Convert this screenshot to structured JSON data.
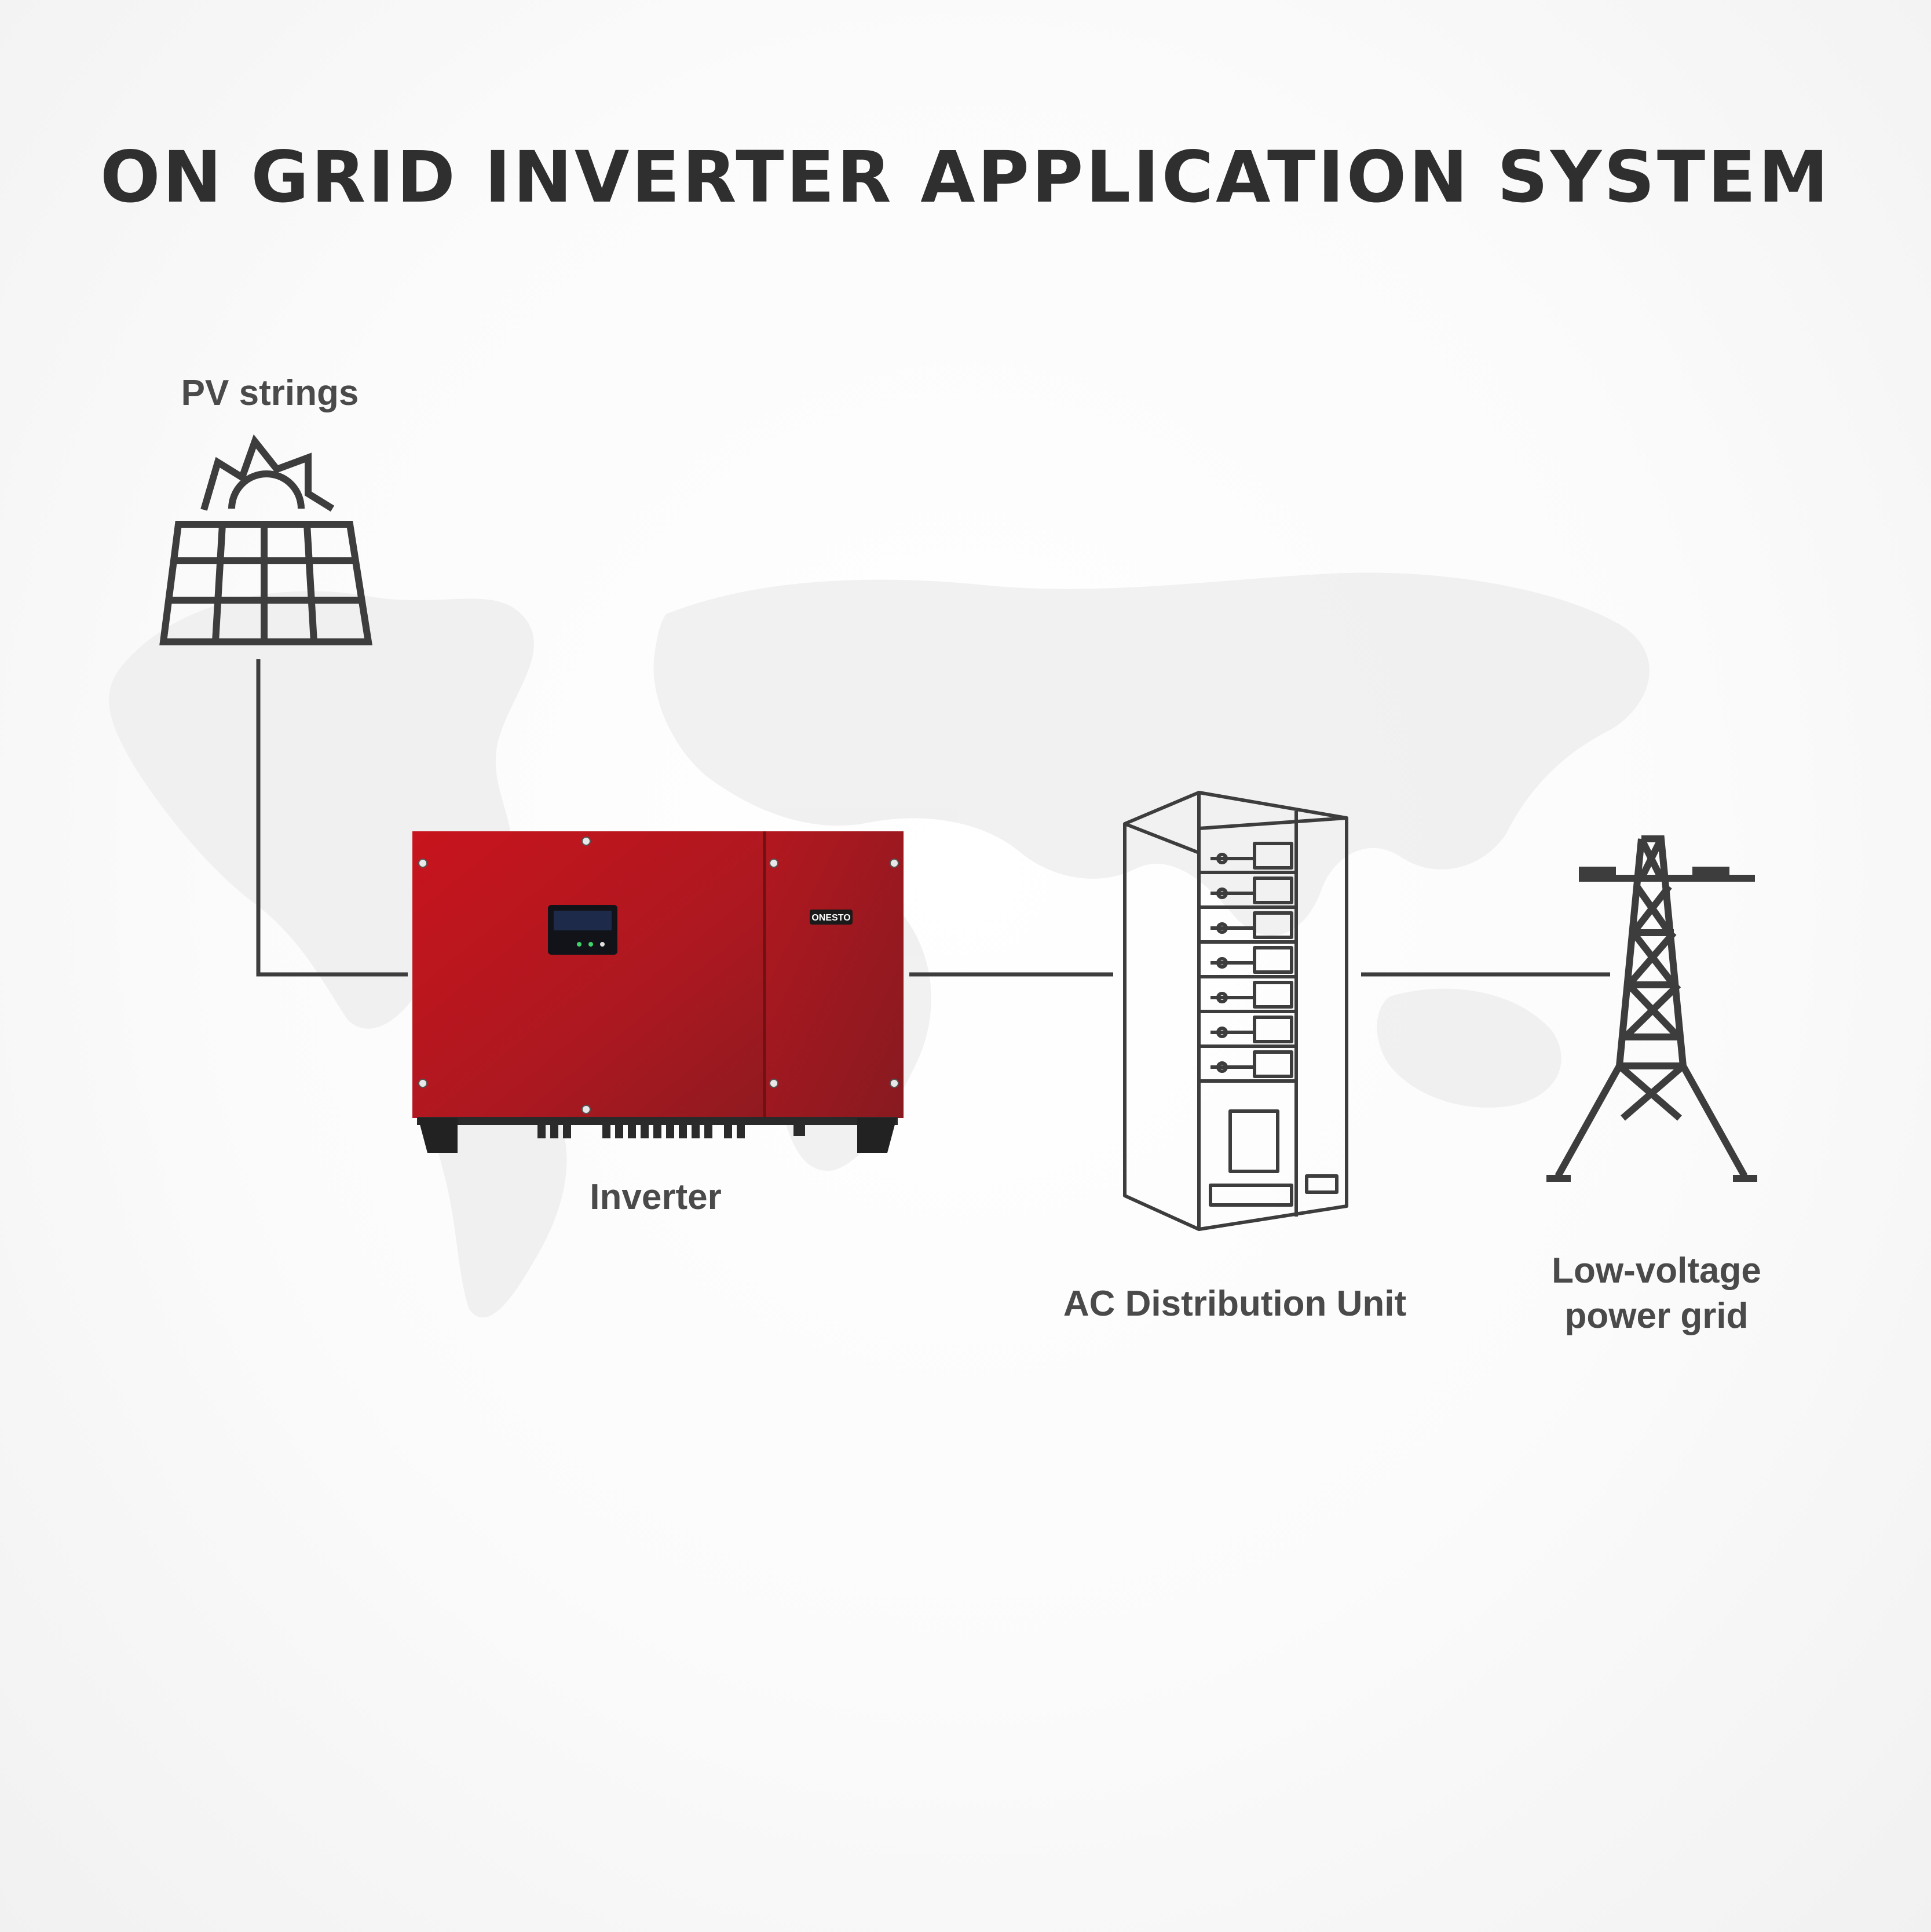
{
  "title": "ON GRID INVERTER APPLICATION SYSTEM",
  "nodes": {
    "pv": {
      "label": "PV strings",
      "icon": "solar-panel-icon"
    },
    "inverter": {
      "label": "Inverter",
      "brand": "ONESTO",
      "icon": "inverter-image"
    },
    "ac_unit": {
      "label": "AC Distribution Unit",
      "icon": "distribution-cabinet-icon"
    },
    "grid": {
      "label_line1": "Low-voltage",
      "label_line2": "power grid",
      "icon": "transmission-tower-icon"
    }
  },
  "colors": {
    "line": "#3d3d3d",
    "inverter_red": "#b3141c",
    "inverter_red_dark": "#8a1a1f",
    "map": "#ececec"
  }
}
